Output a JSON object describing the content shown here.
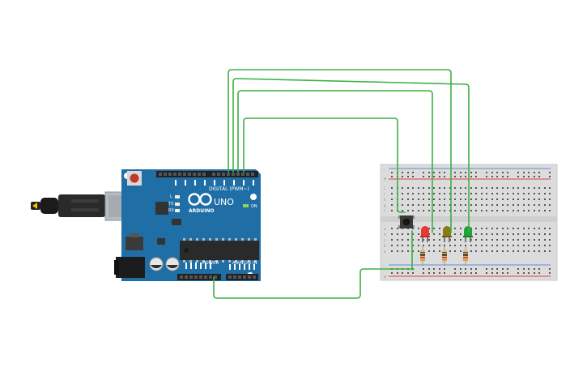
{
  "board": {
    "brand": "ARDUINO",
    "model": "UNO",
    "digital_label": "DIGITAL (PWM~)",
    "power_label": "POWER",
    "analog_label": "ANALOG IN",
    "on_label": "ON",
    "tx_label": "TX",
    "rx_label": "RX",
    "l_label": "L",
    "board_color": "#1f6fa6"
  },
  "breadboard": {
    "rail_plus": "+",
    "rail_minus": "-",
    "row_letters_top": [
      "j",
      "i",
      "h",
      "g",
      "f"
    ],
    "row_letters_bottom": [
      "e",
      "d",
      "c",
      "b",
      "a"
    ]
  },
  "components": {
    "leds": [
      {
        "name": "red-led",
        "color": "#e53935"
      },
      {
        "name": "yellow-led",
        "color": "#8d7a18"
      },
      {
        "name": "green-led",
        "color": "#22a13a"
      }
    ],
    "wire_color": "#3cb043",
    "usb_color": "#222222"
  }
}
